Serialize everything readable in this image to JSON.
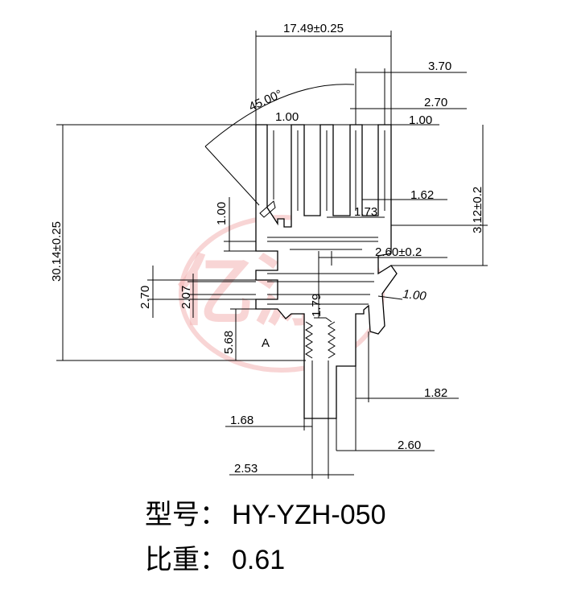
{
  "watermark": {
    "text": "亿源",
    "color": "#f3b3b3"
  },
  "dimensions": {
    "width_total": "17.49±0.25",
    "height_total": "30.14±0.25",
    "angle": "45.00°",
    "fin_pitch": "1.00",
    "d_370": "3.70",
    "d_270_top": "2.70",
    "d_100_right": "1.00",
    "d_162": "1.62",
    "d_173": "1.73",
    "d_312": "3.12±0.2",
    "d_260_02": "2.60±0.2",
    "d_100_diag": "1.00",
    "d_100_left": "1.00",
    "d_270_left": "2.70",
    "d_207": "2.07",
    "d_179": "1.79",
    "d_568": "5.68",
    "label_a": "A",
    "d_182": "1.82",
    "d_168": "1.68",
    "d_260": "2.60",
    "d_253": "2.53"
  },
  "caption": {
    "model_label": "型号：",
    "model_value": "HY-YZH-050",
    "weight_label": "比重：",
    "weight_value": "0.61"
  }
}
